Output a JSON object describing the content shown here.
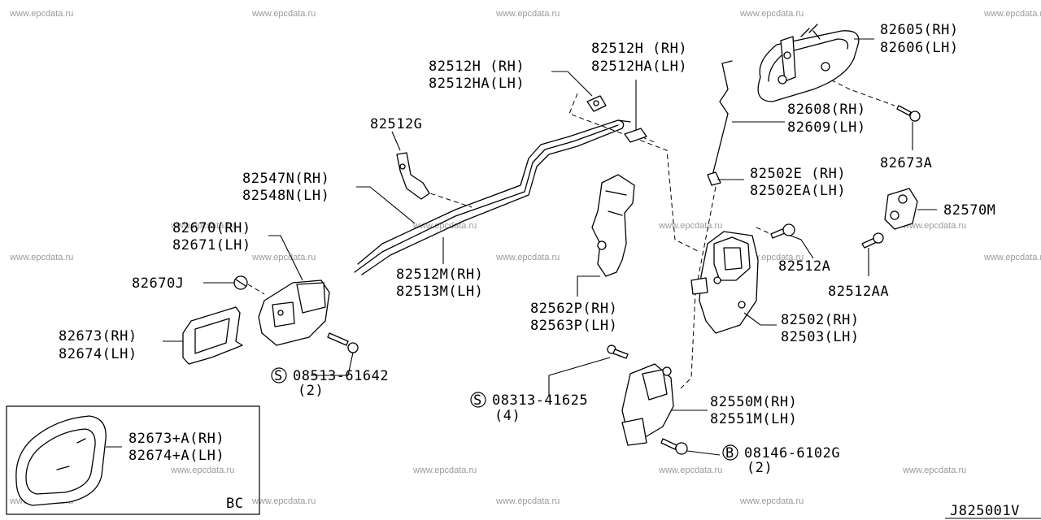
{
  "watermark": "www.epcdata.ru",
  "diagram_code": "J825001V",
  "inset": {
    "label": "BC",
    "part_number": [
      "82673+A(RH)",
      "82674+A(LH)"
    ]
  },
  "callouts": [
    {
      "id": "82605",
      "lines": [
        "82605(RH)",
        "82606(LH)"
      ]
    },
    {
      "id": "82608",
      "lines": [
        "82608(RH)",
        "82609(LH)"
      ]
    },
    {
      "id": "82673A",
      "lines": [
        "82673A"
      ]
    },
    {
      "id": "82512H-mid",
      "lines": [
        "82512H (RH)",
        "82512HA(LH)"
      ]
    },
    {
      "id": "82512H-left",
      "lines": [
        "82512H (RH)",
        "82512HA(LH)"
      ]
    },
    {
      "id": "82512G",
      "lines": [
        "82512G"
      ]
    },
    {
      "id": "82547N",
      "lines": [
        "82547N(RH)",
        "82548N(LH)"
      ]
    },
    {
      "id": "82502E",
      "lines": [
        "82502E (RH)",
        "82502EA(LH)"
      ]
    },
    {
      "id": "82570M",
      "lines": [
        "82570M"
      ]
    },
    {
      "id": "82670",
      "lines": [
        "82670(RH)",
        "82671(LH)"
      ]
    },
    {
      "id": "82670J",
      "lines": [
        "82670J"
      ]
    },
    {
      "id": "82512M",
      "lines": [
        "82512M(RH)",
        "82513M(LH)"
      ]
    },
    {
      "id": "82512A",
      "lines": [
        "82512A"
      ]
    },
    {
      "id": "82512AA",
      "lines": [
        "82512AA"
      ]
    },
    {
      "id": "82562P",
      "lines": [
        "82562P(RH)",
        "82563P(LH)"
      ]
    },
    {
      "id": "82502",
      "lines": [
        "82502(RH)",
        "82503(LH)"
      ]
    },
    {
      "id": "82673",
      "lines": [
        "82673(RH)",
        "82674(LH)"
      ]
    },
    {
      "id": "08513",
      "symbol": "S",
      "lines": [
        "08513-61642",
        "(2)"
      ]
    },
    {
      "id": "08313",
      "symbol": "S",
      "lines": [
        "08313-41625",
        "(4)"
      ]
    },
    {
      "id": "82550M",
      "lines": [
        "82550M(RH)",
        "82551M(LH)"
      ]
    },
    {
      "id": "08146",
      "symbol": "B",
      "lines": [
        "08146-6102G",
        "(2)"
      ]
    }
  ]
}
